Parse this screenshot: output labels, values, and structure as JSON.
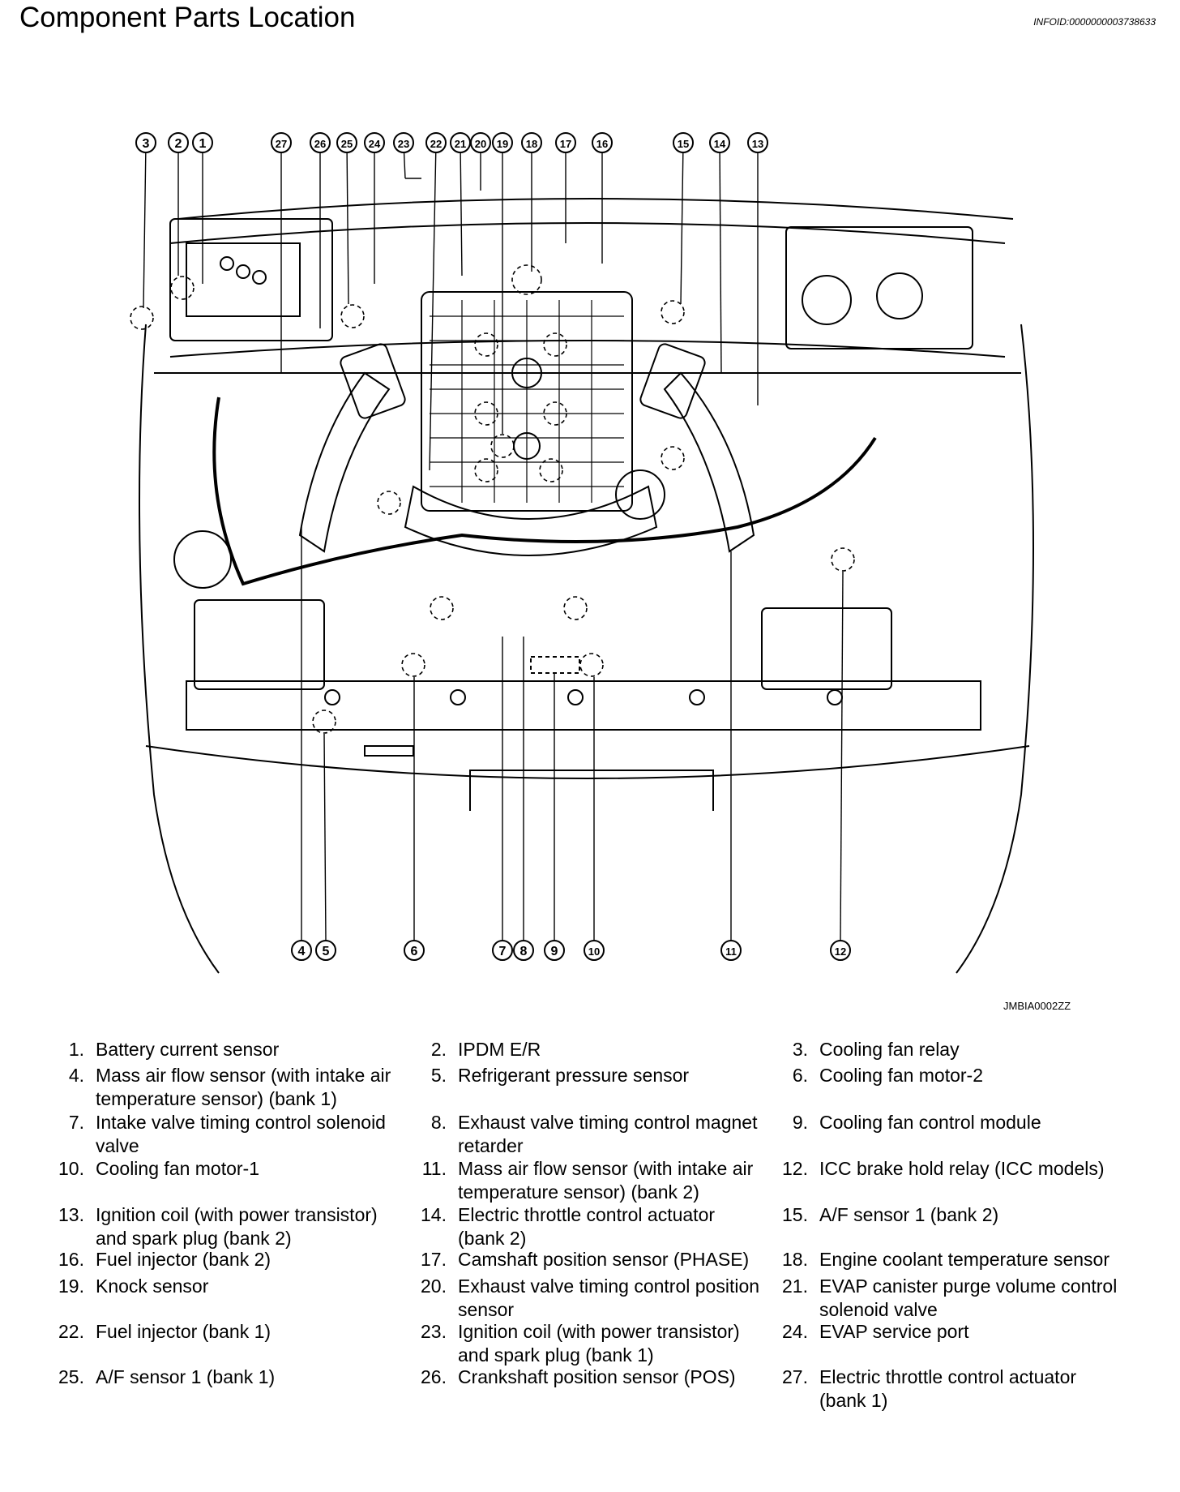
{
  "header": {
    "title": "Component Parts Location",
    "info_id": "INFOID:0000000003738633"
  },
  "figure": {
    "image_id": "JMBIA0002ZZ",
    "callouts_top": [
      "3",
      "2",
      "1",
      "27",
      "26",
      "25",
      "24",
      "23",
      "22",
      "21",
      "20",
      "19",
      "18",
      "17",
      "16",
      "15",
      "14",
      "13"
    ],
    "callouts_bottom": [
      "4",
      "5",
      "6",
      "7",
      "8",
      "9",
      "10",
      "11",
      "12"
    ]
  },
  "legend": [
    {
      "num": "1.",
      "text": "Battery current sensor"
    },
    {
      "num": "2.",
      "text": "IPDM E/R"
    },
    {
      "num": "3.",
      "text": "Cooling fan relay"
    },
    {
      "num": "4.",
      "text": "Mass air flow sensor (with intake air temperature sensor) (bank 1)"
    },
    {
      "num": "5.",
      "text": "Refrigerant pressure sensor"
    },
    {
      "num": "6.",
      "text": "Cooling fan motor-2"
    },
    {
      "num": "7.",
      "text": "Intake valve timing control solenoid valve"
    },
    {
      "num": "8.",
      "text": "Exhaust valve timing control magnet retarder"
    },
    {
      "num": "9.",
      "text": "Cooling fan control module"
    },
    {
      "num": "10.",
      "text": "Cooling fan motor-1"
    },
    {
      "num": "11.",
      "text": "Mass air flow sensor (with intake air temperature sensor) (bank 2)"
    },
    {
      "num": "12.",
      "text": "ICC brake hold relay (ICC models)"
    },
    {
      "num": "13.",
      "text": "Ignition coil (with power transistor) and spark plug (bank 2)"
    },
    {
      "num": "14.",
      "text": "Electric throttle control actuator (bank 2)"
    },
    {
      "num": "15.",
      "text": "A/F sensor 1 (bank 2)"
    },
    {
      "num": "16.",
      "text": "Fuel injector (bank 2)"
    },
    {
      "num": "17.",
      "text": "Camshaft position sensor (PHASE)"
    },
    {
      "num": "18.",
      "text": "Engine coolant temperature sensor"
    },
    {
      "num": "19.",
      "text": "Knock sensor"
    },
    {
      "num": "20.",
      "text": "Exhaust valve timing control position sensor"
    },
    {
      "num": "21.",
      "text": "EVAP canister purge volume control solenoid valve"
    },
    {
      "num": "22.",
      "text": "Fuel injector (bank 1)"
    },
    {
      "num": "23.",
      "text": "Ignition coil (with power transistor) and spark plug (bank 1)"
    },
    {
      "num": "24.",
      "text": "EVAP service port"
    },
    {
      "num": "25.",
      "text": "A/F sensor 1 (bank 1)"
    },
    {
      "num": "26.",
      "text": "Crankshaft position sensor (POS)"
    },
    {
      "num": "27.",
      "text": "Electric throttle control actuator (bank 1)"
    }
  ]
}
